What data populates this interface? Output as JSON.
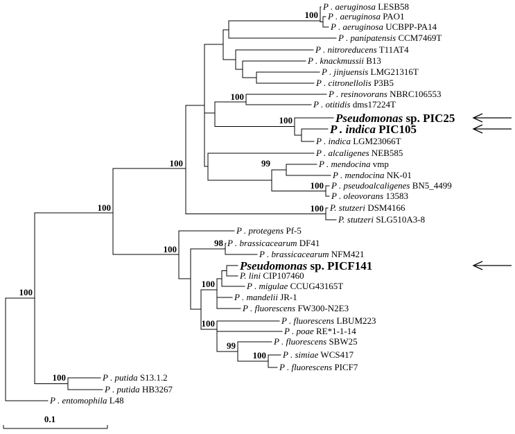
{
  "taxa": [
    {
      "name": "P . aeruginosa",
      "strain": "LESB58"
    },
    {
      "name": "P . aeruginosa",
      "strain": "PAO1"
    },
    {
      "name": "P . aeruginosa",
      "strain": "UCBPP-PA14"
    },
    {
      "name": "P . panipatensis",
      "strain": "CCM7469T"
    },
    {
      "name": "P . nitroreducens",
      "strain": "T11AT4"
    },
    {
      "name": "P . knackmussii",
      "strain": "B13"
    },
    {
      "name": "P . jinjuensis",
      "strain": "LMG21316T"
    },
    {
      "name": "P . citronellolis",
      "strain": "P3B5"
    },
    {
      "name": "P . resinovorans",
      "strain": "NBRC106553"
    },
    {
      "name": "P . otitidis",
      "strain": "dms17224T"
    },
    {
      "name": "Pseudomonas",
      "strain": "sp. PIC25"
    },
    {
      "name": "P . indica",
      "strain": "PIC105"
    },
    {
      "name": "P . indica",
      "strain": "LGM23066T"
    },
    {
      "name": "P . alcaligenes",
      "strain": "NEB585"
    },
    {
      "name": "P . mendocina",
      "strain": "vmp"
    },
    {
      "name": "P . mendocina",
      "strain": "NK-01"
    },
    {
      "name": "P . pseudoalcaligenes",
      "strain": "BN5_4499"
    },
    {
      "name": "P . oleovorans",
      "strain": "13583"
    },
    {
      "name": "P. stutzeri",
      "strain": "DSM4166"
    },
    {
      "name": "P. stutzeri",
      "strain": "SLG510A3-8"
    },
    {
      "name": "P . protegens",
      "strain": "Pf-5"
    },
    {
      "name": "P . brassicacearum",
      "strain": "DF41"
    },
    {
      "name": "P . brassicacearum",
      "strain": "NFM421"
    },
    {
      "name": "Pseudomonas",
      "strain": "sp. PICF141"
    },
    {
      "name": "P. lini",
      "strain": "CIP107460"
    },
    {
      "name": "P . migulae",
      "strain": "CCUG43165T"
    },
    {
      "name": "P . mandelii",
      "strain": "JR-1"
    },
    {
      "name": "P . fluorescens",
      "strain": "FW300-N2E3"
    },
    {
      "name": "P . fluorescens",
      "strain": "LBUM223"
    },
    {
      "name": "P . poae",
      "strain": "RE*1-1-14"
    },
    {
      "name": "P . fluorescens",
      "strain": "SBW25"
    },
    {
      "name": "P . simiae",
      "strain": "WCS417"
    },
    {
      "name": "P . fluorescens",
      "strain": "PICF7"
    },
    {
      "name": "P . putida",
      "strain": "S13.1.2"
    },
    {
      "name": "P . putida",
      "strain": "HB3267"
    },
    {
      "name": "P . entomophila",
      "strain": "L48"
    }
  ],
  "bootstrap": [
    "100",
    "100",
    "100",
    "100",
    "99",
    "100",
    "100",
    "100",
    "100",
    "98",
    "100",
    "100",
    "99",
    "100",
    "100",
    "100"
  ],
  "scale_bar": {
    "label": "0.1"
  },
  "highlighted_taxa": [
    "sp. PIC25",
    "PIC105",
    "sp. PICF141"
  ],
  "colors": {
    "lines": "#000000",
    "background": "#ffffff"
  }
}
